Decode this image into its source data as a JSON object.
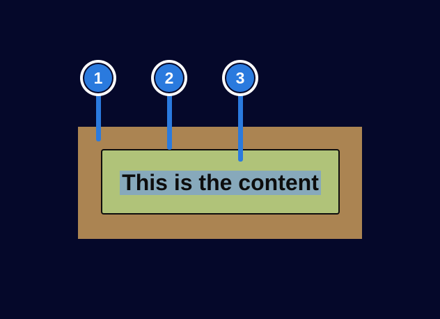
{
  "diagram": {
    "callouts": [
      {
        "label": "1"
      },
      {
        "label": "2"
      },
      {
        "label": "3"
      }
    ],
    "content_text": "This is the content",
    "colors": {
      "background": "#05082a",
      "margin": "#ab8452",
      "padding": "#b0c379",
      "content_highlight": "#87a9bb",
      "callout_blue": "#2a7ade",
      "border_black": "#0d0d0d",
      "callout_ring_white": "#ffffff",
      "text_black": "#0d0d0d",
      "number_white": "#ffffff"
    }
  }
}
